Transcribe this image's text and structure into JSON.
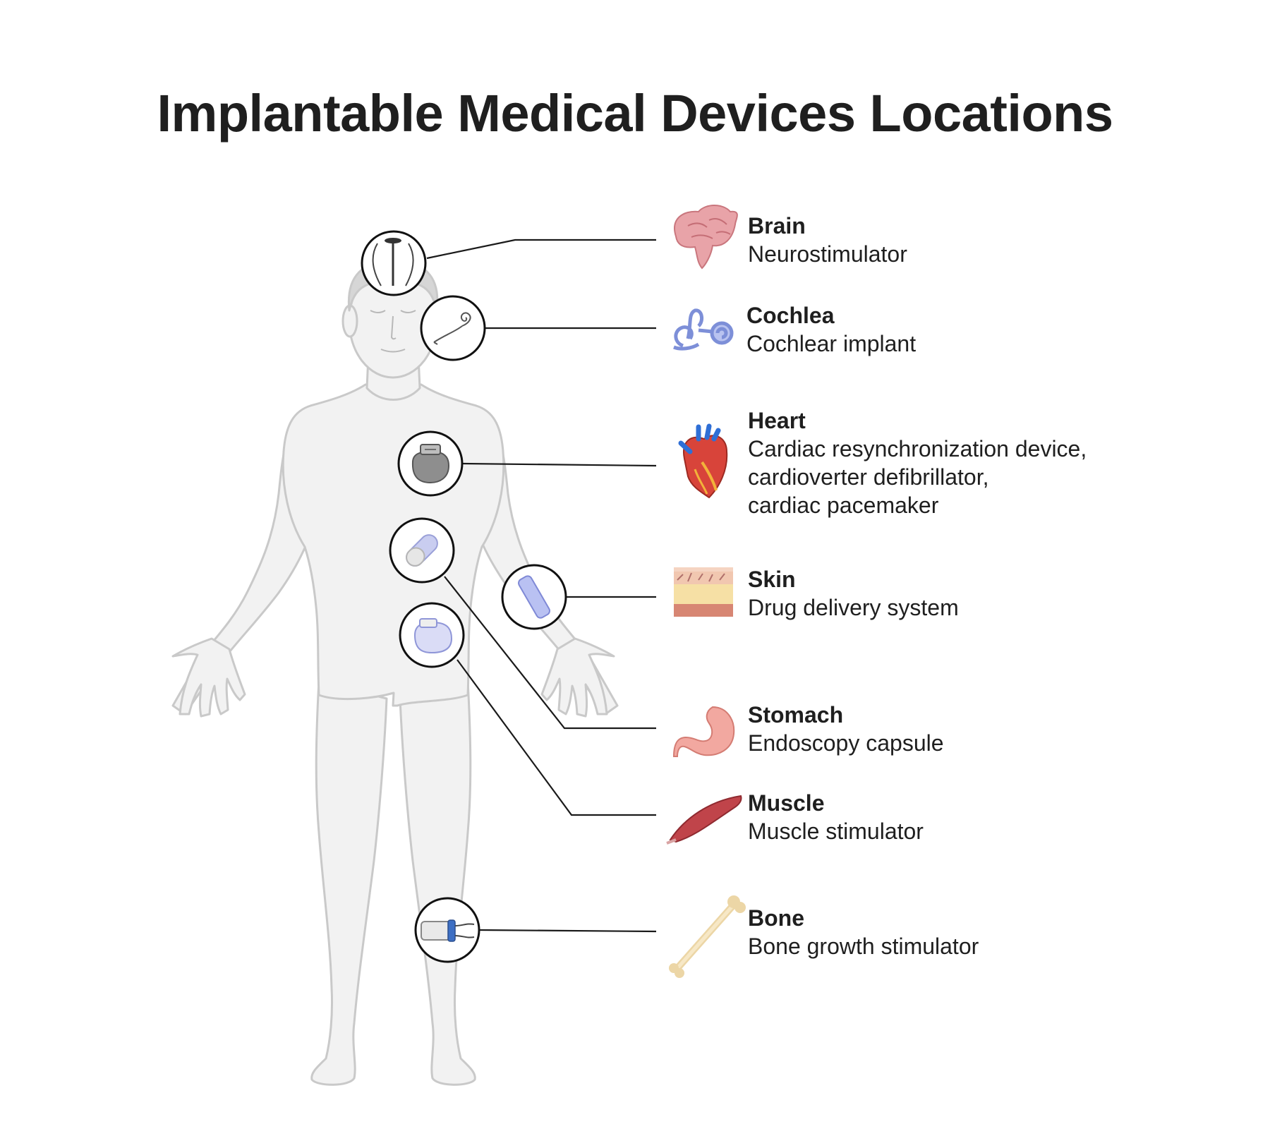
{
  "title": "Implantable Medical Devices Locations",
  "items": [
    {
      "organ": "Brain",
      "device": "Neurostimulator",
      "icon": "brain-icon"
    },
    {
      "organ": "Cochlea",
      "device": "Cochlear implant",
      "icon": "cochlea-icon"
    },
    {
      "organ": "Heart",
      "device": "Cardiac resynchronization device,\ncardioverter defibrillator,\ncardiac pacemaker",
      "icon": "heart-icon"
    },
    {
      "organ": "Skin",
      "device": "Drug delivery system",
      "icon": "skin-icon"
    },
    {
      "organ": "Stomach",
      "device": "Endoscopy capsule",
      "icon": "stomach-icon"
    },
    {
      "organ": "Muscle",
      "device": "Muscle stimulator",
      "icon": "muscle-icon"
    },
    {
      "organ": "Bone",
      "device": "Bone growth stimulator",
      "icon": "bone-icon"
    }
  ],
  "colors": {
    "text": "#1f1f1f",
    "body_fill": "#f2f2f2",
    "body_stroke": "#c8c8c8",
    "leader_line": "#1a1a1a"
  }
}
